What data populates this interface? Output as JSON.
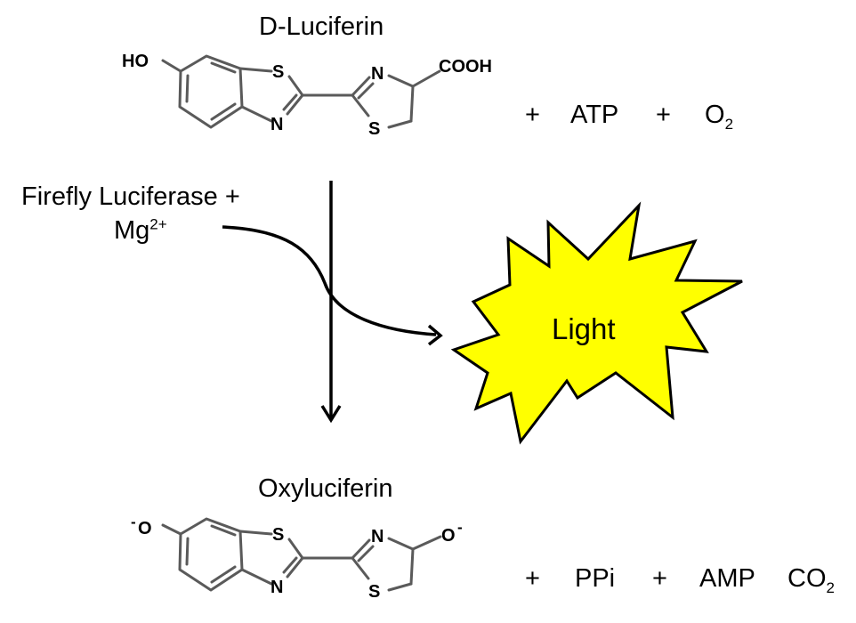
{
  "reactant": {
    "name": "D-Luciferin",
    "atoms": {
      "ho": "HO",
      "s1": "S",
      "n1": "N",
      "n2": "N",
      "s2": "S",
      "cooh": "COOH"
    },
    "plus1": "+",
    "atp": "ATP",
    "plus2": "+",
    "o2_main": "O",
    "o2_sub": "2"
  },
  "catalyst": {
    "line1": "Firefly Luciferase +",
    "mg": "Mg",
    "mg_charge": "2+"
  },
  "light": {
    "label": "Light",
    "color": "#ffff00"
  },
  "product": {
    "name": "Oxyluciferin",
    "atoms": {
      "o_left": "O",
      "o_left_charge": "-",
      "s1": "S",
      "n1": "N",
      "n2": "N",
      "s2": "S",
      "o_right": "O",
      "o_right_charge": "-"
    },
    "plus1": "+",
    "ppi": "PPi",
    "plus2": "+",
    "amp": "AMP",
    "co2_main": "CO",
    "co2_sub": "2"
  }
}
